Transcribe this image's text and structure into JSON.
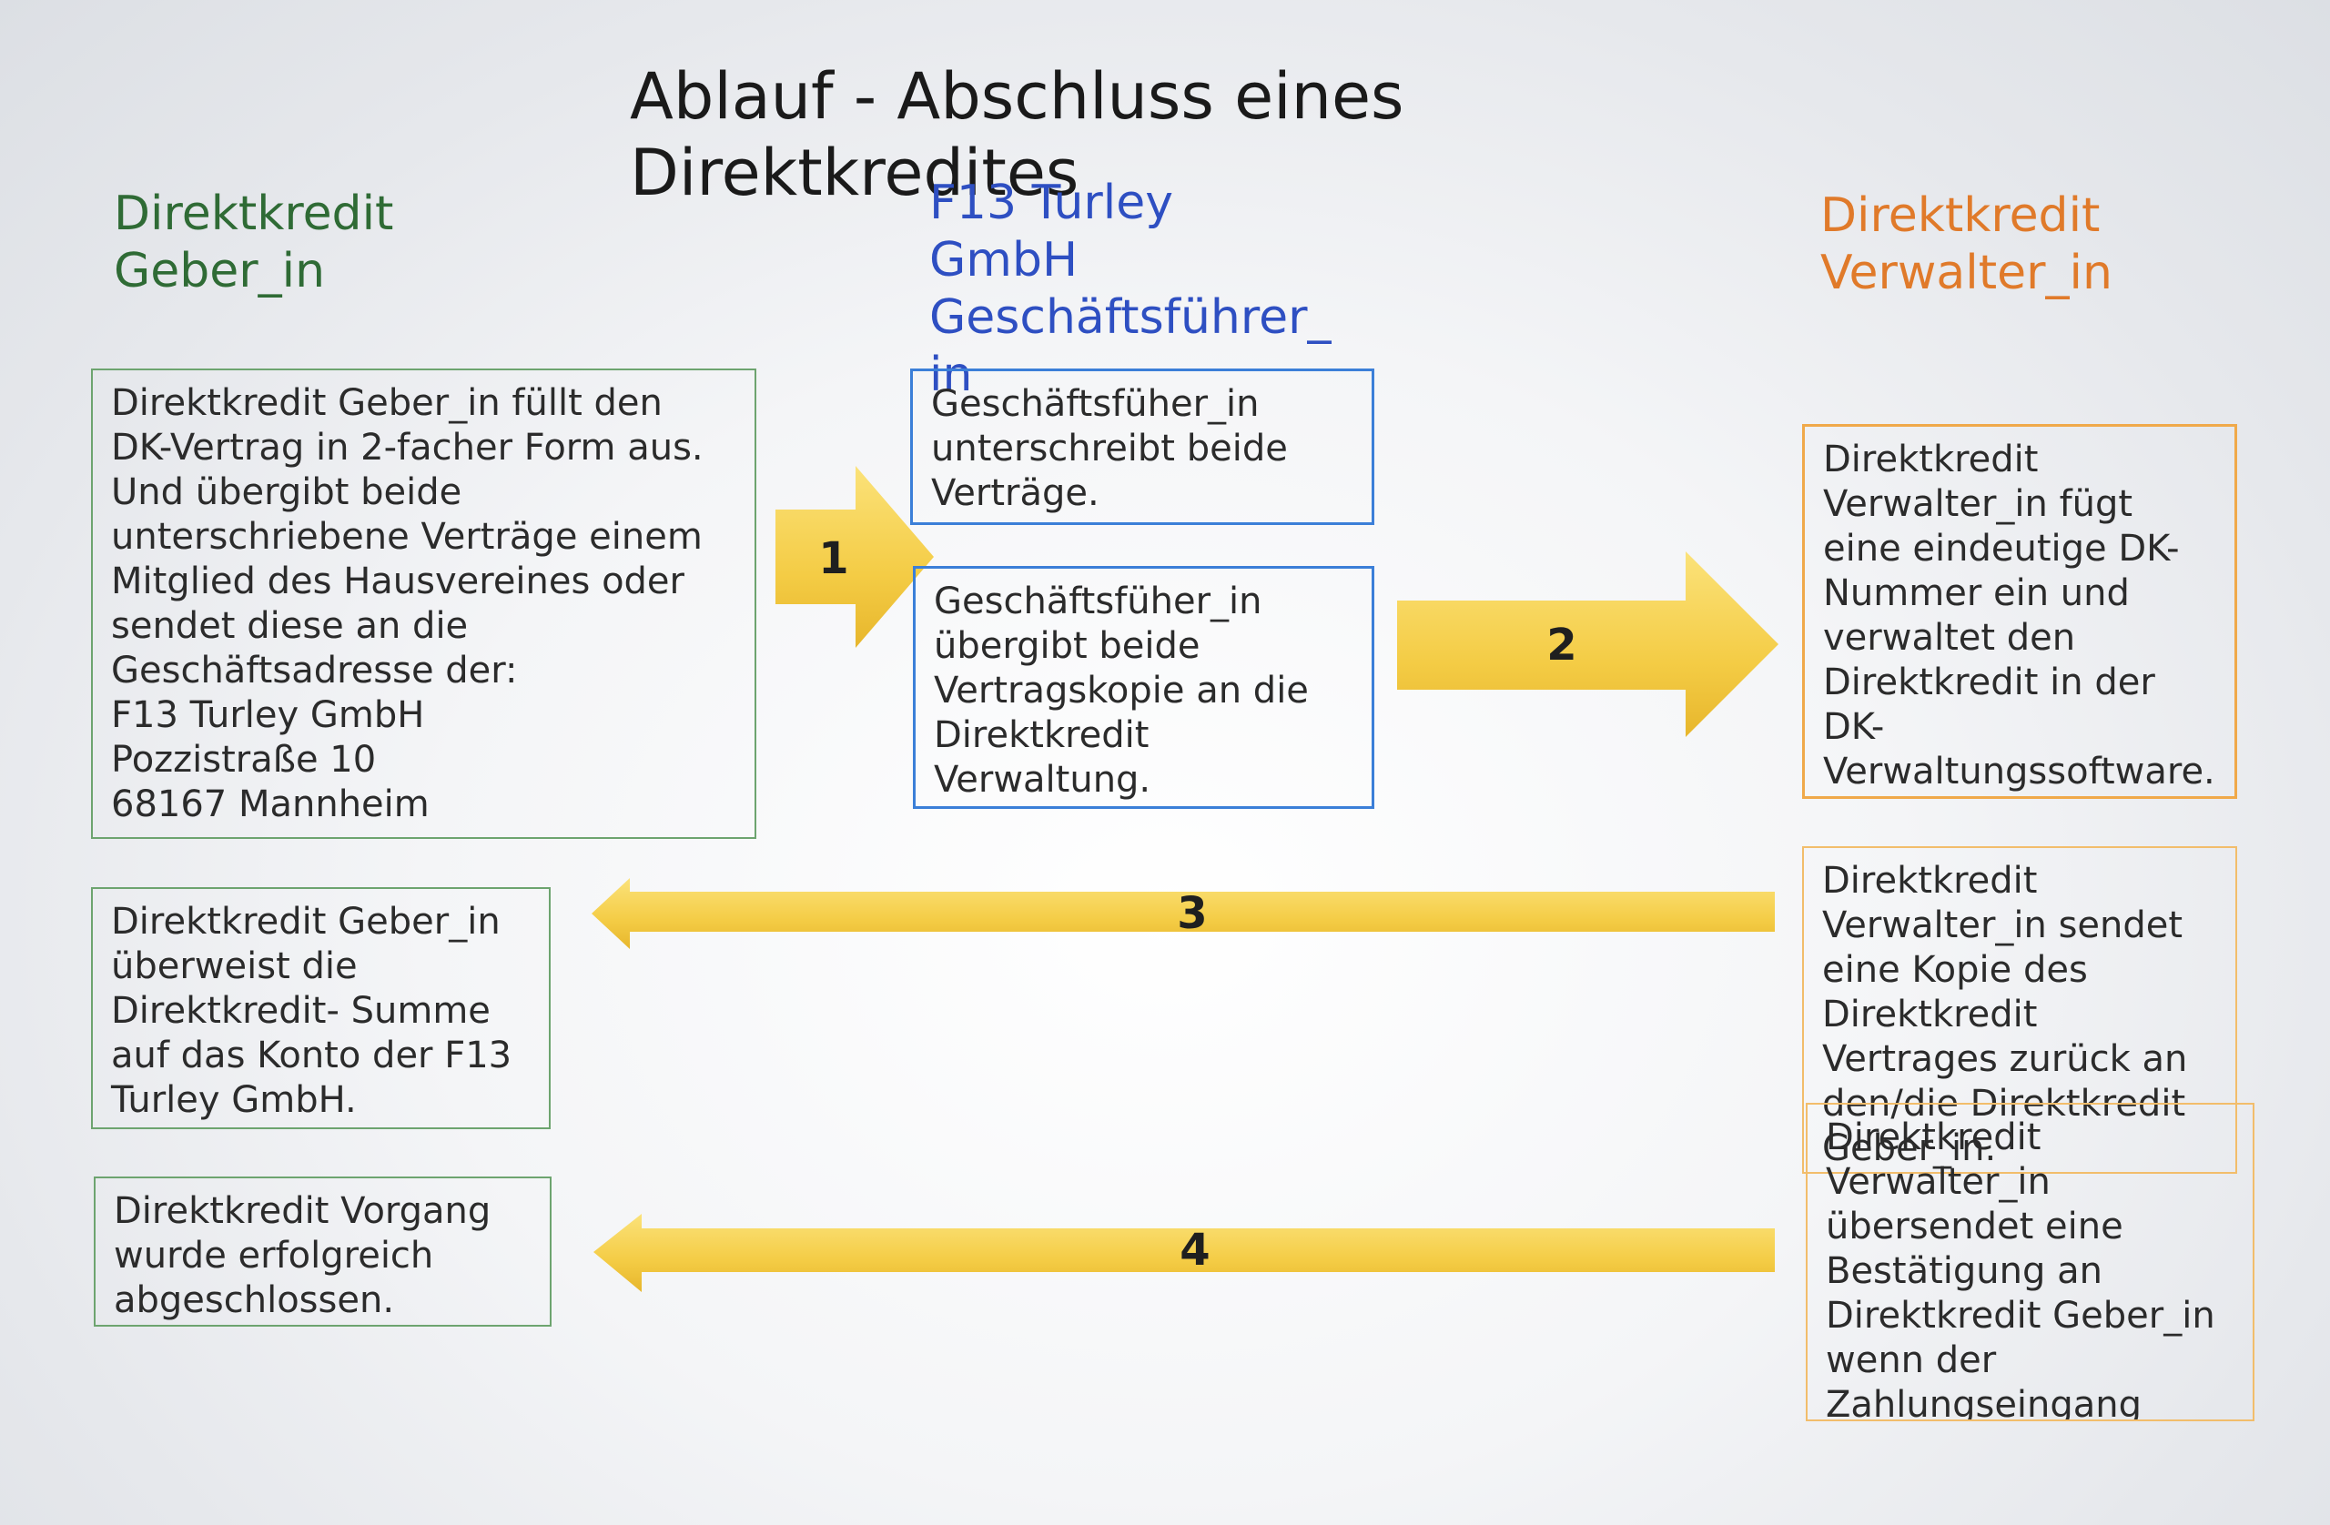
{
  "title": "Ablauf - Abschluss eines\nDirektkredites",
  "columns": {
    "left": "Direktkredit\nGeber_in",
    "middle": "F13 Turley\nGmbH\nGeschäftsführer_\nin",
    "right": "Direktkredit\nVerwalter_in"
  },
  "boxes": {
    "geber_step1": "Direktkredit Geber_in füllt den\nDK-Vertrag in 2-facher Form aus.\nUnd übergibt beide\nunterschriebene Verträge einem\nMitglied des Hausvereines oder\nsendet diese an die\nGeschäftsadresse der:\nF13 Turley GmbH\nPozzistraße 10\n68167 Mannheim",
    "gf_sign": "Geschäftsfüher_in\nunterschreibt beide\nVerträge.",
    "gf_handover": "Geschäftsfüher_in\nübergibt beide\nVertragskopie an die\nDirektkredit\nVerwaltung.",
    "verwalter_number": "Direktkredit\nVerwalter_in fügt\neine eindeutige DK-\nNummer ein und\nverwaltet den\nDirektkredit in der\nDK-\nVerwaltungssoftware.",
    "verwalter_send": "Direktkredit\nVerwalter_in sendet\neine Kopie des\nDirektkredit\nVertrages zurück an\nden/die Direktkredit\nGeber_in.",
    "verwalter_confirm": "Direktkredit\nVerwalter_in\nübersendet eine\nBestätigung an\nDirektkredit Geber_in\nwenn der\nZahlungseingang",
    "geber_transfer": "Direktkredit Geber_in\nüberweist die\nDirektkredit- Summe\nauf das Konto der F13\nTurley GmbH.",
    "geber_done": "Direktkredit Vorgang\nwurde erfolgreich\nabgeschlossen."
  },
  "arrows": {
    "a1": "1",
    "a2": "2",
    "a3": "3",
    "a4": "4"
  },
  "colors": {
    "arrow": "#f5cf4a",
    "green": "#2f6b35",
    "blue": "#2e4fc2",
    "orange": "#e07a2a"
  }
}
